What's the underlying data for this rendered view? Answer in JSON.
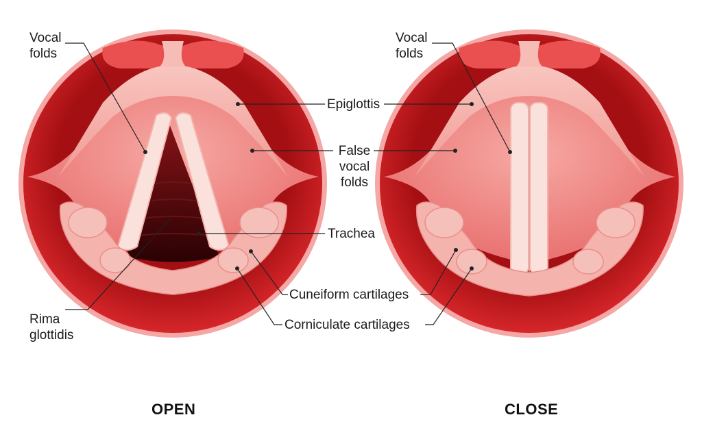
{
  "labels": {
    "vocal_folds_left": [
      "Vocal",
      "folds"
    ],
    "vocal_folds_right": [
      "Vocal",
      "folds"
    ],
    "epiglottis": "Epiglottis",
    "false_vocal_folds": [
      "False",
      "vocal",
      "folds"
    ],
    "trachea": "Trachea",
    "cuneiform": "Cuneiform cartilages",
    "corniculate": "Corniculate cartilages",
    "rima_glottidis": [
      "Rima",
      "glottidis"
    ]
  },
  "captions": {
    "open": "OPEN",
    "close": "CLOSE"
  },
  "colors": {
    "outer_ring": "#c41a1c",
    "ring_edge": "#f3a2a0",
    "tissue": "#f08a88",
    "tissue_light": "#f6b7b2",
    "fold": "#fbe1dc",
    "airway_dark": "#3a0406",
    "leader_line": "#222222"
  }
}
